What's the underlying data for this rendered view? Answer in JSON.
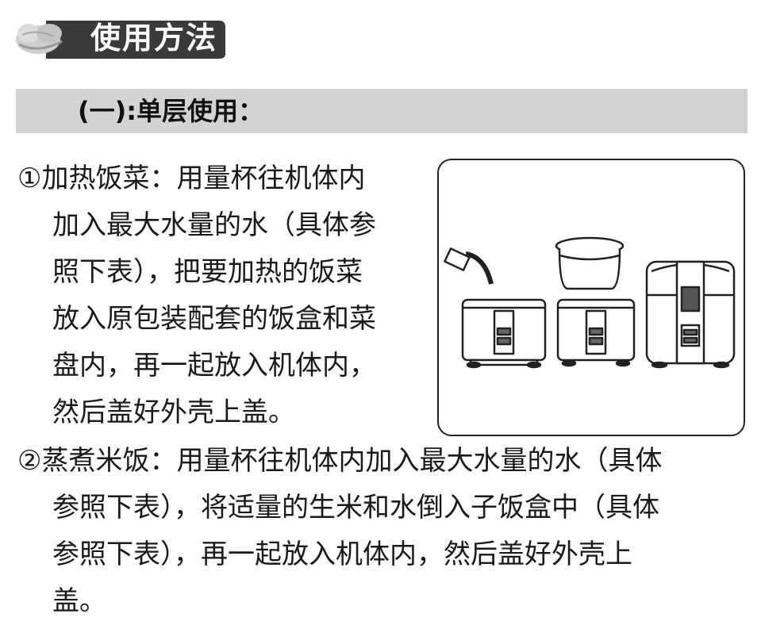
{
  "header": {
    "title": "使用方法"
  },
  "section": {
    "title": "(一):单层使用："
  },
  "steps": [
    {
      "marker": "①",
      "lines": [
        "加热饭菜：用量杯往机体内",
        "加入最大水量的水（具体参",
        "照下表），把要加热的饭菜",
        "放入原包装配套的饭盒和菜",
        "盘内，再一起放入机体内，",
        "然后盖好外壳上盖。"
      ]
    },
    {
      "marker": "②",
      "lines": [
        "蒸煮米饭：用量杯往机体内加入最大水量的水（具体",
        "参照下表），将适量的生米和水倒入子饭盒中（具体",
        "参照下表），再一起放入机体内，然后盖好外壳上",
        "盖。"
      ]
    }
  ],
  "colors": {
    "header_bg": "#3a3a3a",
    "section_bar": "#d3d3d3",
    "text": "#1a1a1a"
  }
}
